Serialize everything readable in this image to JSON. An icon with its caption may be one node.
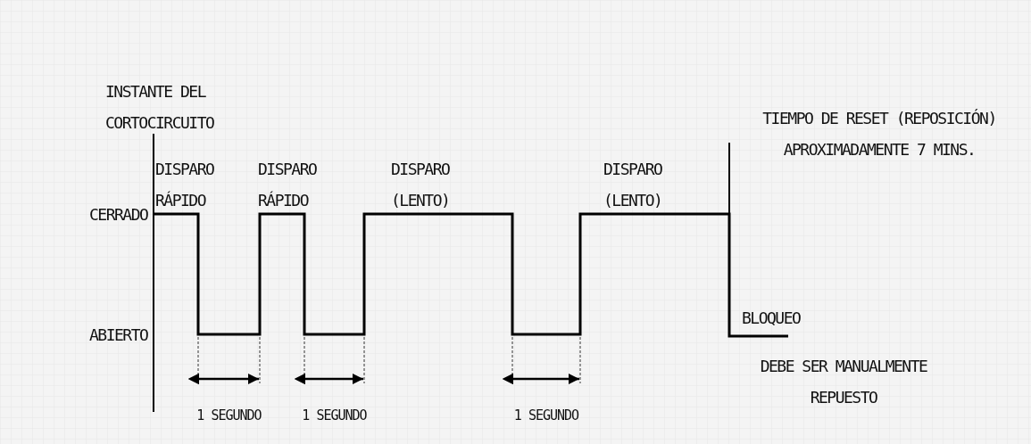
{
  "diagram": {
    "labels": [
      "INSTANTE DEL CORTOCIRCUITO",
      "TIEMPO DE RESET (REPOSICIÓN) APROXIMADAMENTE 7 MINS.",
      "DISPARO RÁPIDO",
      "DISPARO RÁPIDO",
      "DISPARO (LENTO)",
      "DISPARO (LENTO)",
      "CERRADO",
      "ABIERTO",
      "BLOQUEO",
      "DEBE SER MANUALMENTE REPUESTO",
      "1 SEGUNDO",
      "1 SEGUNDO",
      "1 SEGUNDO"
    ]
  }
}
